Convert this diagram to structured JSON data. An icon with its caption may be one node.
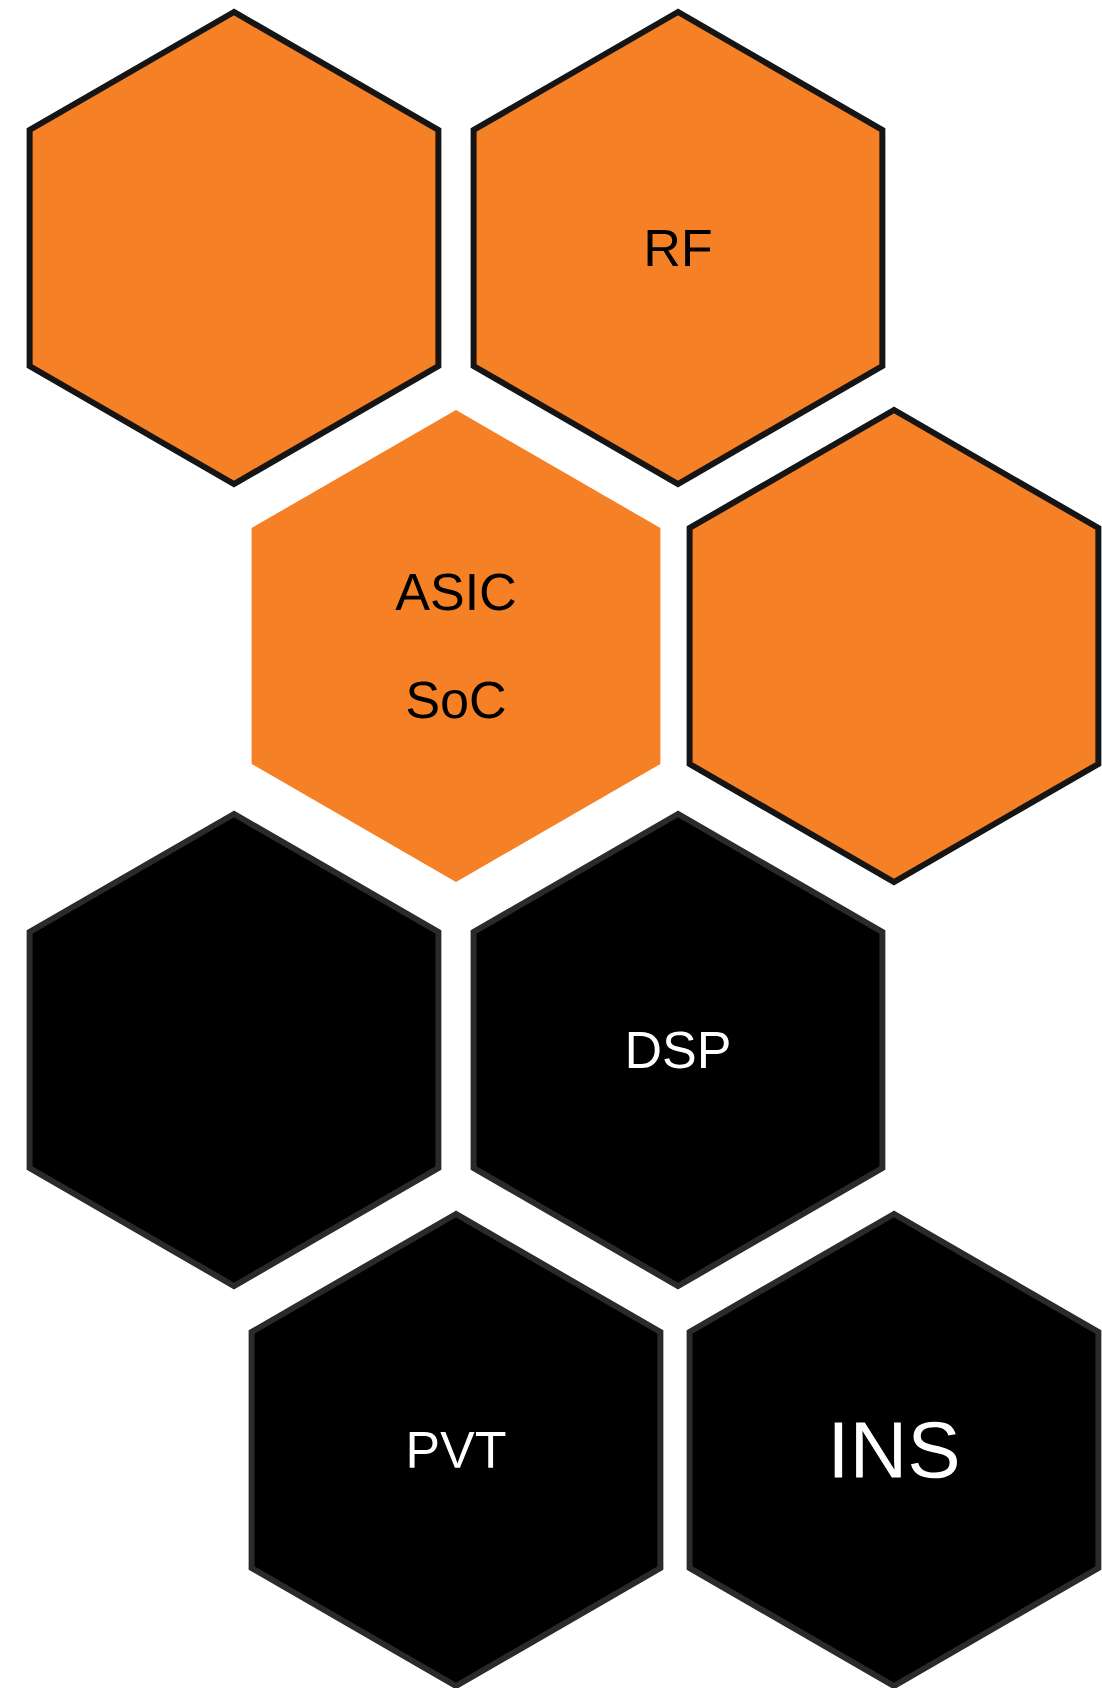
{
  "diagram": {
    "nodes": [
      {
        "text": [],
        "shape": "hexagon"
      },
      {
        "text": [
          "RF"
        ]
      },
      {
        "text": [
          "ASIC SoC"
        ]
      },
      {
        "text": [],
        "shape": "hexagon"
      },
      {
        "text": [],
        "shape": "hexagon"
      },
      {
        "text": [
          "DSP"
        ]
      },
      {
        "text": [
          "PVT"
        ]
      },
      {
        "text": [
          "INS"
        ]
      }
    ]
  }
}
